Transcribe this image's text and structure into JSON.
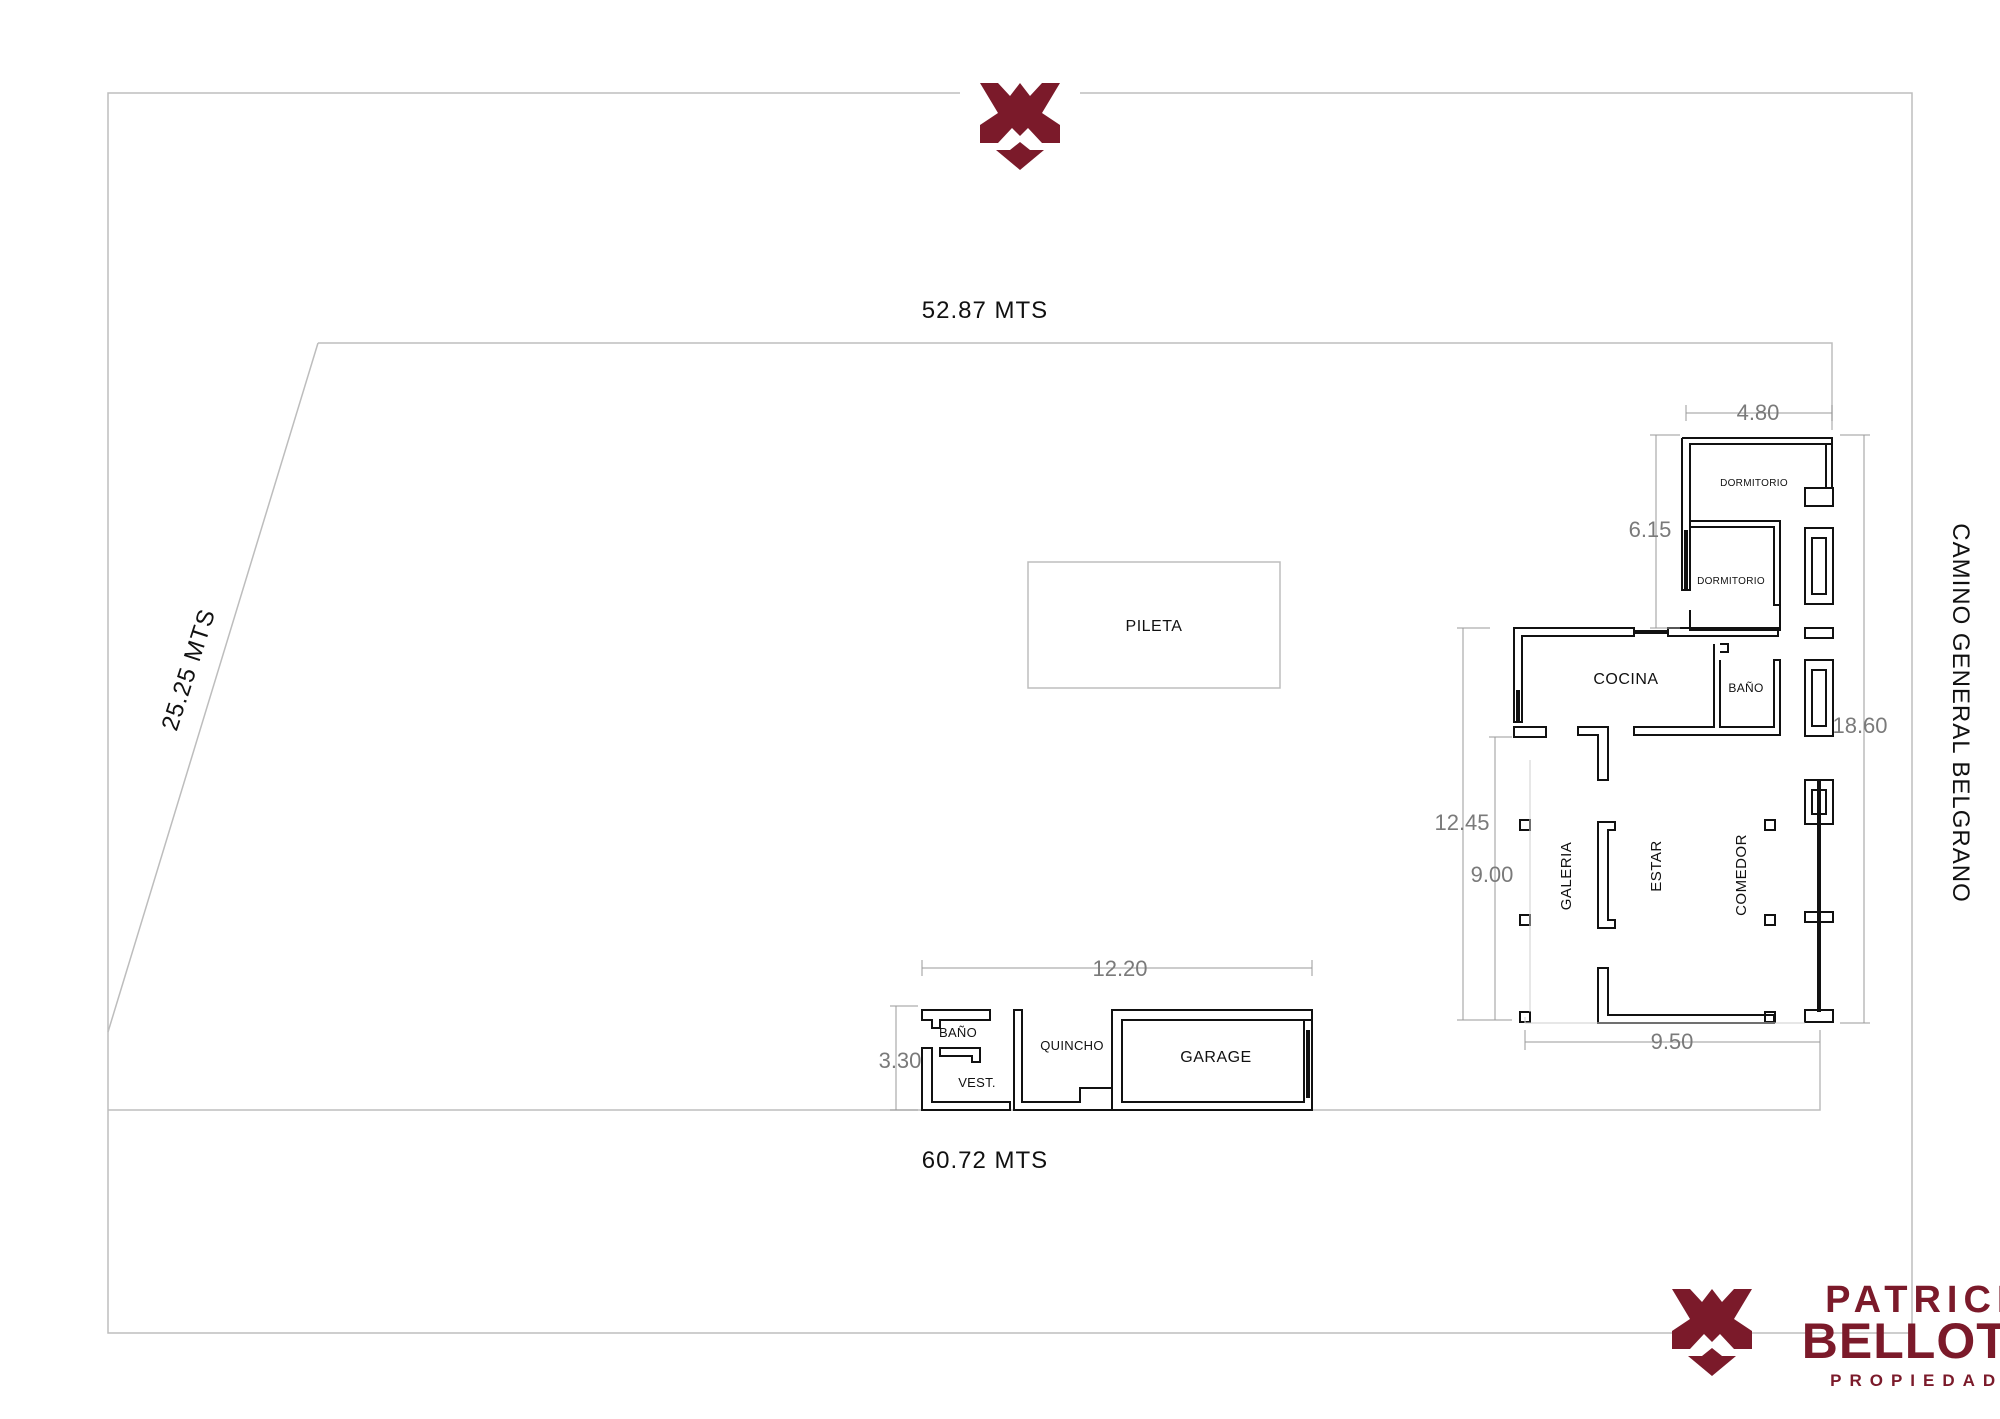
{
  "colors": {
    "brand": "#7b1a2a",
    "wall": "#111111",
    "dimension": "#7a7a7a",
    "border": "#bdbdbd"
  },
  "plot": {
    "top_length": "52.87 MTS",
    "bottom_length": "60.72 MTS",
    "side_length": "25.25 MTS",
    "street": "CAMINO GENERAL BELGRANO"
  },
  "rooms": {
    "pileta": "PILETA",
    "dormitorio_1": "DORMITORIO",
    "dormitorio_2": "DORMITORIO",
    "cocina": "COCINA",
    "bano_house": "BAÑO",
    "galeria": "GALERIA",
    "estar": "ESTAR",
    "comedor": "COMEDOR",
    "bano_quincho": "BAÑO",
    "vestuario": "VEST.",
    "quincho": "QUINCHO",
    "garage": "GARAGE"
  },
  "dimensions": {
    "dorm_width": "4.80",
    "dorm_depth": "6.15",
    "house_depth": "18.60",
    "house_left_depth": "12.45",
    "galeria_depth": "9.00",
    "house_width": "9.50",
    "quincho_width": "12.20",
    "quincho_depth": "3.30"
  },
  "brand": {
    "line1": "PATRICIA",
    "line2": "BELLOTTI",
    "line3": "PROPIEDADES",
    "logo_icon": "fox-logo-icon"
  }
}
